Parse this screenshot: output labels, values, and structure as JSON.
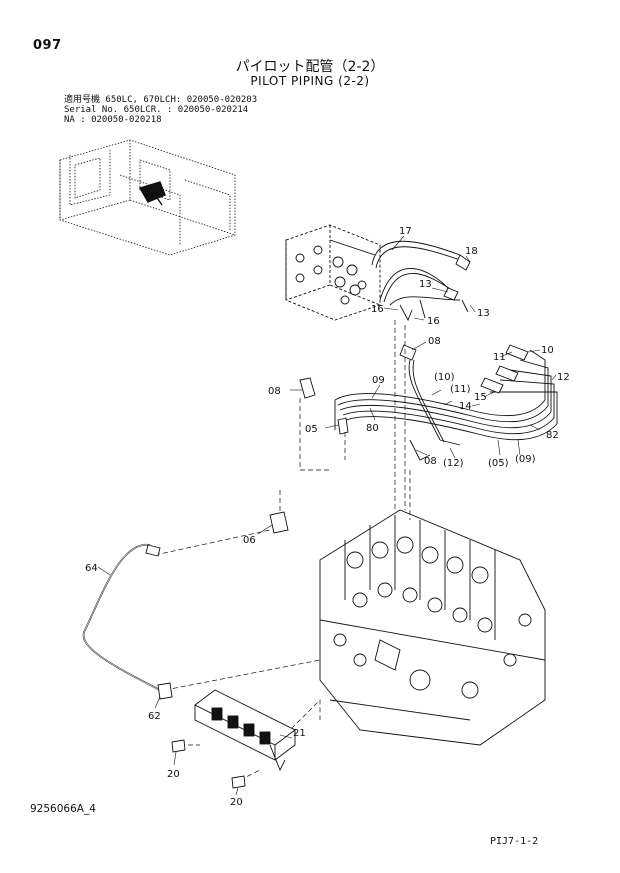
{
  "page": {
    "number": "097",
    "title_ja": "パイロット配管（2-2）",
    "title_en": "PILOT PIPING (2-2)",
    "serial_lines": [
      "適用号機  650LC, 670LCH: 020050-020203",
      "Serial No. 650LCR.       : 020050-020214",
      "NA                       : 020050-020218"
    ],
    "drawing_code": "9256066A_4",
    "page_code": "PIJ7-1-2"
  },
  "callouts": {
    "c17": "17",
    "c18": "18",
    "c13a": "13",
    "c13b": "13",
    "c16a": "16",
    "c16b": "16",
    "c08a": "08",
    "c10": "10",
    "c11": "11",
    "c12": "12",
    "c15": "15",
    "c14": "14",
    "c10p": "(10)",
    "c11p": "(11)",
    "c09": "09",
    "c80": "80",
    "c05": "05",
    "c08b": "08",
    "c08c": "08",
    "c12p": "(12)",
    "c05p": "(05)",
    "c09p": "(09)",
    "c82": "82",
    "c06": "06",
    "c64": "64",
    "c62": "62",
    "c21": "21",
    "c20a": "20",
    "c20b": "20"
  }
}
